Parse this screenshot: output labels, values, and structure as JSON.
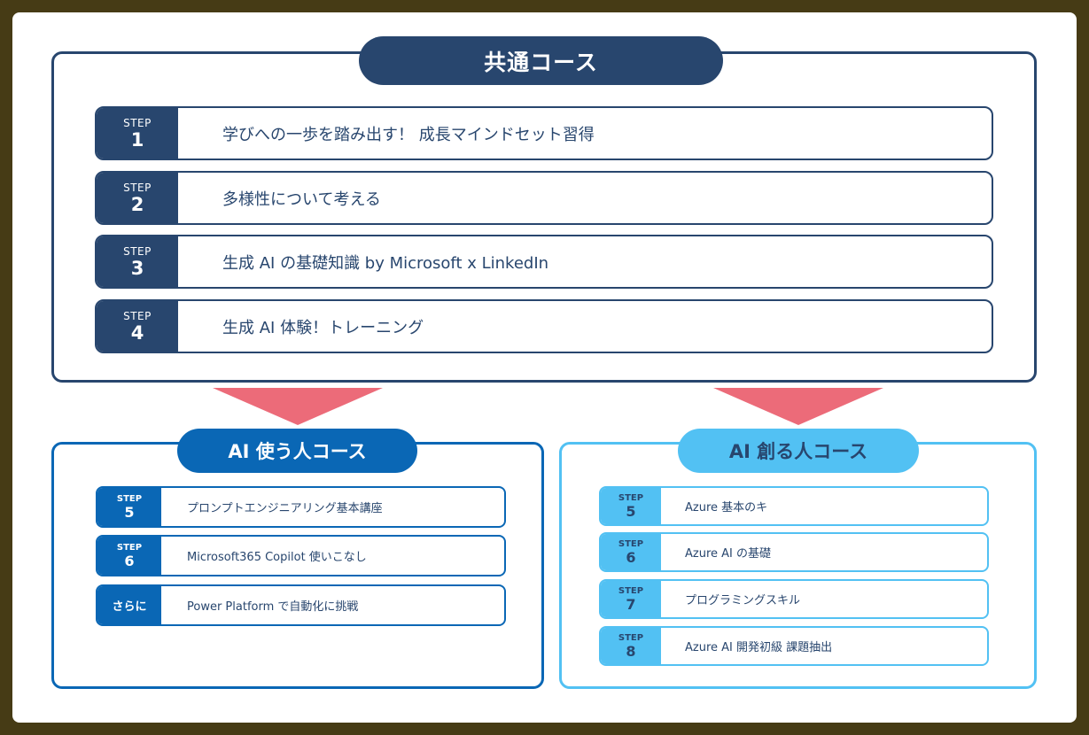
{
  "colors": {
    "background": "#463b15",
    "canvas": "#ffffff",
    "common_navy": "#28466e",
    "use_blue": "#0a67b5",
    "create_lightblue": "#52c1f3",
    "arrow_pink": "#ec6b79"
  },
  "common_course": {
    "title": "共通コース",
    "steps": [
      {
        "label": "STEP",
        "number": "1",
        "text": "学びへの一歩を踏み出す！ 成長マインドセット習得"
      },
      {
        "label": "STEP",
        "number": "2",
        "text": "多様性について考える"
      },
      {
        "label": "STEP",
        "number": "3",
        "text": "生成 AI の基礎知識 by Microsoft x LinkedIn"
      },
      {
        "label": "STEP",
        "number": "4",
        "text": "生成 AI 体験！トレーニング"
      }
    ]
  },
  "arrows": [
    {
      "direction": "down",
      "target": "use_course"
    },
    {
      "direction": "down",
      "target": "create_course"
    }
  ],
  "use_course": {
    "title": "AI 使う人コース",
    "steps": [
      {
        "label": "STEP",
        "number": "5",
        "text": "プロンプトエンジニアリング基本講座"
      },
      {
        "label": "STEP",
        "number": "6",
        "text": "Microsoft365 Copilot 使いこなし"
      },
      {
        "label": "さらに",
        "number": "",
        "text": "Power Platform で自動化に挑戦"
      }
    ]
  },
  "create_course": {
    "title": "AI 創る人コース",
    "steps": [
      {
        "label": "STEP",
        "number": "5",
        "text": "Azure 基本のキ"
      },
      {
        "label": "STEP",
        "number": "6",
        "text": "Azure AI の基礎"
      },
      {
        "label": "STEP",
        "number": "7",
        "text": "プログラミングスキル"
      },
      {
        "label": "STEP",
        "number": "8",
        "text": "Azure AI 開発初級 課題抽出"
      }
    ]
  }
}
